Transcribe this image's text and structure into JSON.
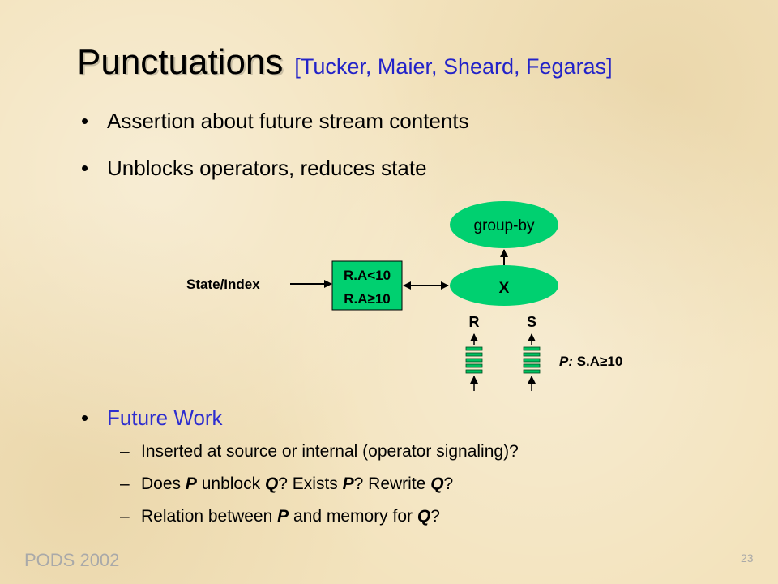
{
  "slide": {
    "title": "Punctuations",
    "citation": "[Tucker, Maier, Sheard, Fegaras]",
    "bullets": [
      "Assertion about future stream contents",
      "Unblocks operators, reduces state"
    ],
    "future_heading": "Future Work",
    "sub_bullets": [
      {
        "parts": [
          {
            "t": "Inserted at source or internal (operator signaling)?",
            "b": false
          }
        ]
      },
      {
        "parts": [
          {
            "t": "Does ",
            "b": false
          },
          {
            "t": "P",
            "b": true
          },
          {
            "t": " unblock ",
            "b": false
          },
          {
            "t": "Q",
            "b": true
          },
          {
            "t": "? Exists ",
            "b": false
          },
          {
            "t": "P",
            "b": true
          },
          {
            "t": "? Rewrite ",
            "b": false
          },
          {
            "t": "Q",
            "b": true
          },
          {
            "t": "?",
            "b": false
          }
        ]
      },
      {
        "parts": [
          {
            "t": "Relation between ",
            "b": false
          },
          {
            "t": "P",
            "b": true
          },
          {
            "t": " and memory for ",
            "b": false
          },
          {
            "t": "Q",
            "b": true
          },
          {
            "t": "?",
            "b": false
          }
        ]
      }
    ],
    "footer": "PODS 2002",
    "page_number": "23"
  },
  "diagram": {
    "groupby_label": "group-by",
    "join_label": "X",
    "state_label": "State/Index",
    "state_box": [
      "R.A<10",
      "R.A≥10"
    ],
    "stream_r": "R",
    "stream_s": "S",
    "punct_prefix": "P:",
    "punct_text": " S.A≥10",
    "colors": {
      "node_fill": "#00d070",
      "box_fill": "#00d070",
      "arrow": "#000000",
      "stream_fill": "#00c060"
    }
  }
}
